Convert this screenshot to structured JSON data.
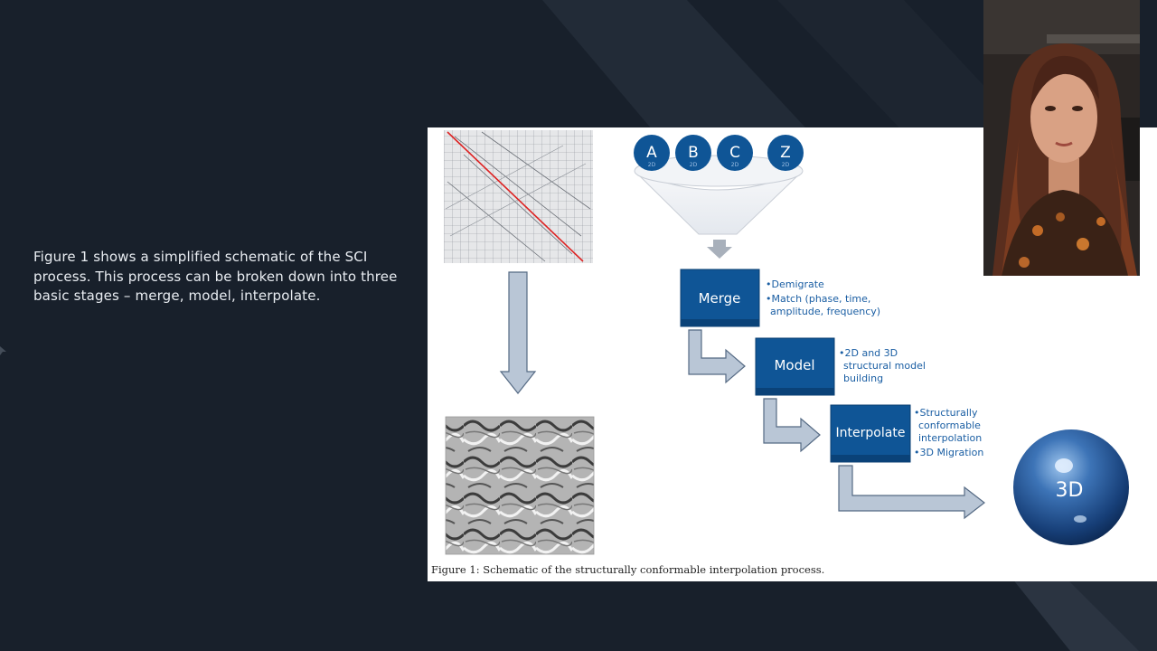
{
  "presentation": {
    "narration_text": "Figure 1 shows a simplified schematic of the SCI process. This process can be broken down into three basic stages – merge, model, interpolate."
  },
  "slide": {
    "figure_caption": "Figure 1:  Schematic of the structurally conformable interpolation process.",
    "inputs": [
      {
        "letter": "A",
        "sub": "2D"
      },
      {
        "letter": "B",
        "sub": "2D"
      },
      {
        "letter": "C",
        "sub": "2D"
      },
      {
        "letter": "Z",
        "sub": "2D"
      }
    ],
    "stages": [
      {
        "label": "Merge",
        "notes": [
          "•Demigrate",
          "•Match (phase, time,",
          "amplitude, frequency)"
        ]
      },
      {
        "label": "Model",
        "notes": [
          "•2D and 3D",
          "structural model",
          "building"
        ]
      },
      {
        "label": "Interpolate",
        "notes": [
          "•Structurally",
          "conformable",
          "interpolation",
          "•3D Migration"
        ]
      }
    ],
    "output_label": "3D"
  },
  "colors": {
    "stage_fill": "#0f5596",
    "arrow_fill": "#b9c6d6",
    "arrow_stroke": "#556a84",
    "background": "#18202b"
  },
  "icons": [
    "funnel-icon",
    "sphere-icon",
    "arrow-icon"
  ]
}
